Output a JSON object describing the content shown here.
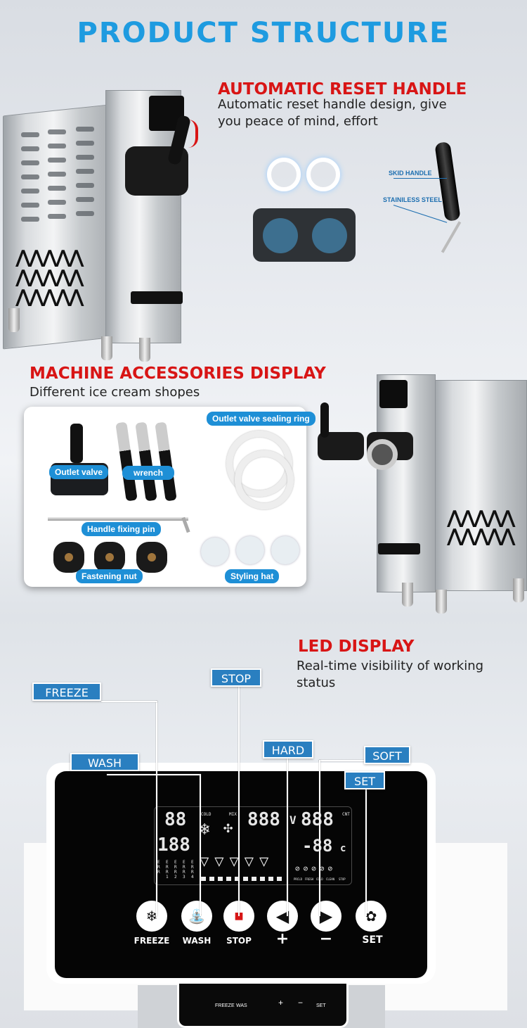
{
  "title": "PRODUCT STRUCTURE",
  "reset": {
    "heading": "AUTOMATIC RESET HANDLE",
    "desc": "Automatic reset handle design, give you peace of mind, effort",
    "callouts": [
      "SKID HANDLE",
      "STAINILESS STEEL"
    ]
  },
  "accessories": {
    "heading": "MACHINE ACCESSORIES DISPLAY",
    "desc": "Different ice cream shopes",
    "labels": {
      "outlet_valve": "Outlet valve",
      "wrench": "wrench",
      "sealing_ring": "Outlet valve sealing ring",
      "fixing_pin": "Handle fixing pin",
      "fastening_nut": "Fastening nut",
      "styling_hat": "Styling hat"
    }
  },
  "led": {
    "heading": "LED DISPLAY",
    "desc": "Real-time visibility of working status",
    "tags": {
      "freeze": "FREEZE",
      "wash": "WASH",
      "stop": "STOP",
      "hard": "HARD",
      "soft": "SOFT",
      "set": "SET"
    },
    "buttons": [
      {
        "label": "FREEZE",
        "icon": "snowflake-icon",
        "glyph": "❄"
      },
      {
        "label": "WASH",
        "icon": "faucet-icon",
        "glyph": "⛲"
      },
      {
        "label": "STOP",
        "icon": "stop-icon",
        "glyph": "■"
      },
      {
        "label": "+",
        "icon": "left-arrow-icon",
        "glyph": "◀"
      },
      {
        "label": "−",
        "icon": "right-arrow-icon",
        "glyph": "▶"
      },
      {
        "label": "SET",
        "icon": "gear-icon",
        "glyph": "✿"
      }
    ],
    "lcd": {
      "top_left": "88",
      "mid_left": "188",
      "top_mid": "888",
      "top_right": "888",
      "v": "V",
      "temp": "-88",
      "unit": "c",
      "cold": "COLD",
      "mix": "MIX",
      "cnt": "CNT",
      "err": [
        "E R R",
        "E R R 1",
        "E R R 2",
        "E R R 3",
        "E R R 4"
      ],
      "status": [
        "PRCLD",
        "FRESH",
        "COLD",
        "CLEAN",
        "STOP"
      ]
    },
    "small_panel": [
      "FREEZE",
      "WAS",
      "+",
      "−",
      "SET"
    ]
  },
  "colors": {
    "title_blue": "#1e9be0",
    "heading_red": "#d81515",
    "tag_blue": "#2a7fc0",
    "pill_blue": "#1e8fd6"
  }
}
